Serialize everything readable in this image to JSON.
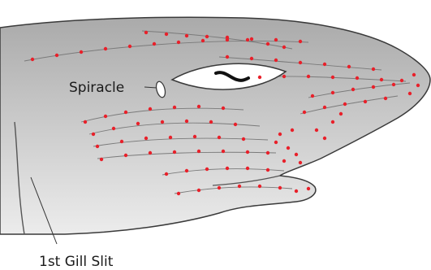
{
  "labels": {
    "spiracle": "Spiracle",
    "gill_slit": "1st Gill Slit"
  },
  "colors": {
    "skin_light": "#e6e6e6",
    "skin_dark": "#a9a9a9",
    "outline": "#3a3a3a",
    "canal_lines": "#7a7a7a",
    "pores": "#e8202a",
    "eye_white": "#ffffff",
    "pupil": "#111111"
  },
  "icon_names": [
    "shark-head",
    "eye-icon",
    "spiracle-opening",
    "gill-slit"
  ]
}
